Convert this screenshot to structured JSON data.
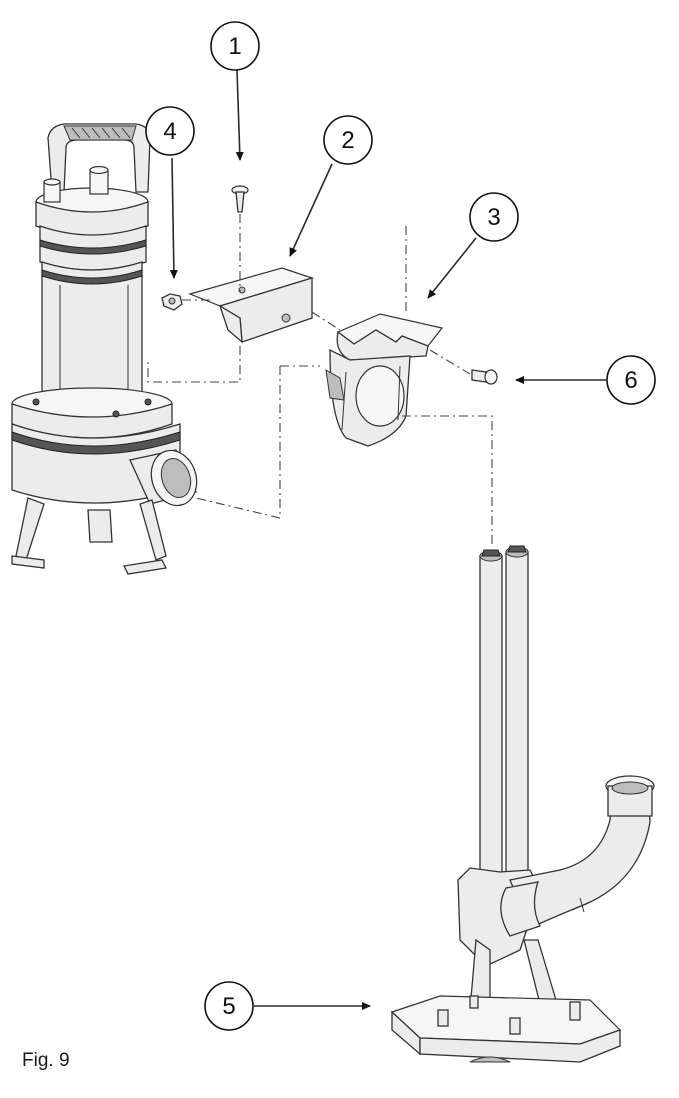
{
  "figure_label": "Fig. 9",
  "callouts": [
    {
      "id": "c1",
      "number": "1"
    },
    {
      "id": "c2",
      "number": "2"
    },
    {
      "id": "c3",
      "number": "3"
    },
    {
      "id": "c4",
      "number": "4"
    },
    {
      "id": "c5",
      "number": "5"
    },
    {
      "id": "c6",
      "number": "6"
    }
  ]
}
